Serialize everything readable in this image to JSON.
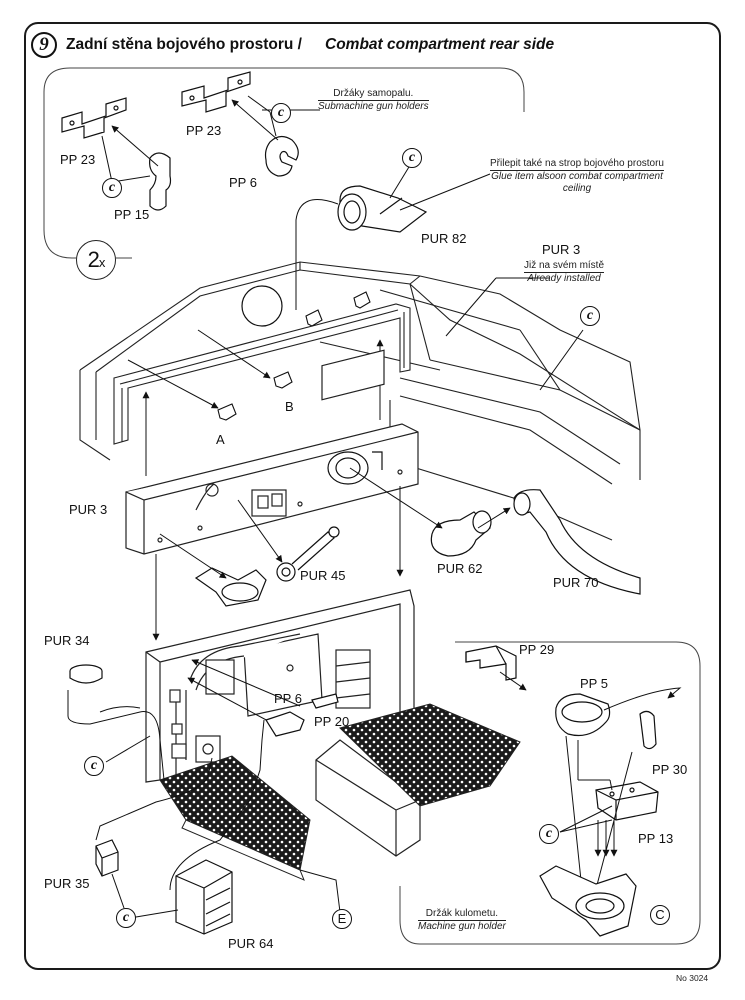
{
  "header": {
    "step": "9",
    "title_cz": "Zadní stěna bojového prostoru /",
    "title_en": "Combat compartment rear side"
  },
  "notes": {
    "smg_holders_cz": "Držáky samopalu.",
    "smg_holders_en": "Submachine gun holders",
    "glue_cz": "Přilepit také na strop bojového prostoru",
    "glue_en_1": "Glue item alsoon combat compartment",
    "glue_en_2": "ceiling",
    "installed_cz": "Již na svém místě",
    "installed_en": "Already installed",
    "mg_holder_cz": "Držák kulometu.",
    "mg_holder_en": "Machine gun holder"
  },
  "multiplier": {
    "num": "2",
    "x": "x"
  },
  "labels": {
    "pp23_a": "PP 23",
    "pp23_b": "PP 23",
    "pp6_a": "PP 6",
    "pp15": "PP 15",
    "pur82": "PUR 82",
    "pur3_top": "PUR 3",
    "pur3_left": "PUR 3",
    "a": "A",
    "b": "B",
    "pur45": "PUR 45",
    "pur62": "PUR 62",
    "pur70": "PUR 70",
    "pur34": "PUR 34",
    "pp6_b": "PP 6",
    "pp20": "PP 20",
    "pp29": "PP 29",
    "pp5": "PP 5",
    "pp30": "PP 30",
    "pp13": "PP 13",
    "pur35": "PUR 35",
    "pur64": "PUR 64",
    "e": "E",
    "c_letter": "C"
  },
  "cement": "c",
  "sheet_number": "No 3024"
}
